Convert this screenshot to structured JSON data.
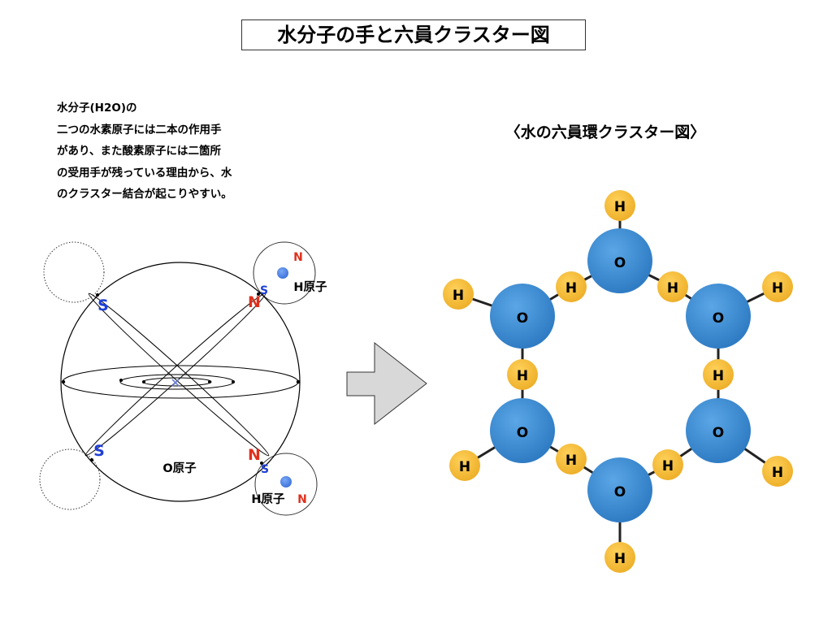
{
  "title": "水分子の手と六員クラスター図",
  "description": [
    "水分子(H2O)の",
    "二つの水素原子には二本の作用手",
    "があり、また酸素原子には二箇所",
    "の受用手が残っている理由から、水",
    "のクラスター結合が起こりやすい。"
  ],
  "left_diagram": {
    "o_atom_label": "O原子",
    "h_atom_top_label": "H原子",
    "h_atom_bottom_label": "H原子",
    "pole_s": "S",
    "pole_n": "N",
    "colors": {
      "s_pole": "#1f3fd6",
      "n_pole": "#e0301c",
      "h_core": "#4f86e8"
    }
  },
  "ring": {
    "title": "〈水の六員環クラスター図〉",
    "oxygen_label": "O",
    "hydrogen_label": "H",
    "colors": {
      "oxygen": "#3a88cf",
      "hydrogen": "#f2bb35"
    }
  }
}
